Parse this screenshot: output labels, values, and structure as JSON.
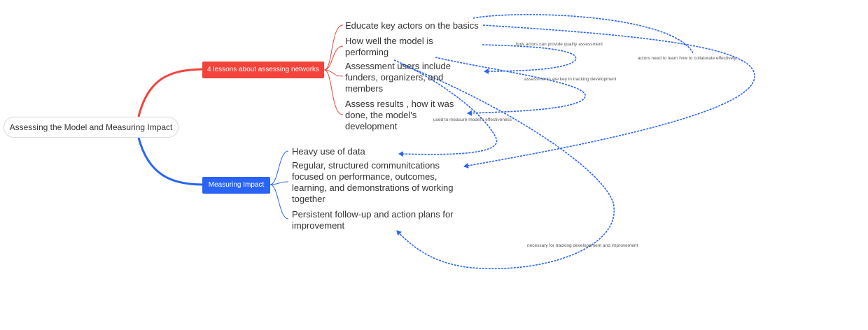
{
  "root": {
    "label": "Assessing the Model and Measuring Impact"
  },
  "branches": [
    {
      "label": "4 lessons about assessing networks",
      "color": "#f4433a"
    },
    {
      "label": "Measuring Impact",
      "color": "#2a64f6"
    }
  ],
  "lessons": [
    {
      "label": "Educate key actors on the basics"
    },
    {
      "label": "How well the model is performing"
    },
    {
      "label": "Assessment users include funders, organizers, and members"
    },
    {
      "label": "Assess results , how it was done, the model's development"
    }
  ],
  "impact": [
    {
      "label": "Heavy use of data"
    },
    {
      "label": "Regular, structured communitcations focused on performance, outcomes, learning, and demonstrations of working together"
    },
    {
      "label": "Persistent follow-up and action plans for improvement"
    }
  ],
  "relationships": [
    {
      "label": "how actors can provide quality assessment"
    },
    {
      "label": "actors need to learn how to collatorate effectively"
    },
    {
      "label": "assessments are key in tracking development"
    },
    {
      "label": "used to measure model's effectiveness"
    },
    {
      "label": "necessary for tracking developement and improvement"
    }
  ],
  "colors": {
    "relationship": "#2a64f6",
    "lessons_branch": "#f4433a",
    "impact_branch": "#2a64f6"
  }
}
